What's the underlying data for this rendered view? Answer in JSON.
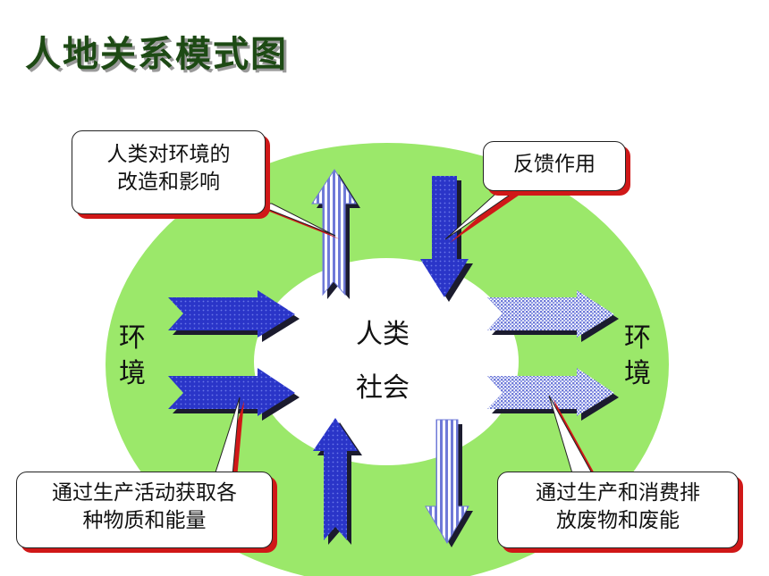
{
  "title": "人地关系模式图",
  "center": {
    "line1": "人类",
    "line2": "社会"
  },
  "environment_left": {
    "line1": "环",
    "line2": "境"
  },
  "environment_right": {
    "line1": "环",
    "line2": "境"
  },
  "callouts": {
    "top_left": {
      "line1": "人类对环境的",
      "line2": "改造和影响"
    },
    "top_right": {
      "line1": "反馈作用"
    },
    "bottom_left": {
      "line1": "通过生产活动获取各",
      "line2": "种物质和能量"
    },
    "bottom_right": {
      "line1": "通过生产和消费排",
      "line2": "放废物和废能"
    }
  },
  "colors": {
    "ring": "#9be86a",
    "arrow_solid": "#2a35c8",
    "arrow_light": "#8f9ae6",
    "shadow": "#1b1b2e",
    "callout_shadow": "#d01818",
    "title": "#1d4a14"
  }
}
